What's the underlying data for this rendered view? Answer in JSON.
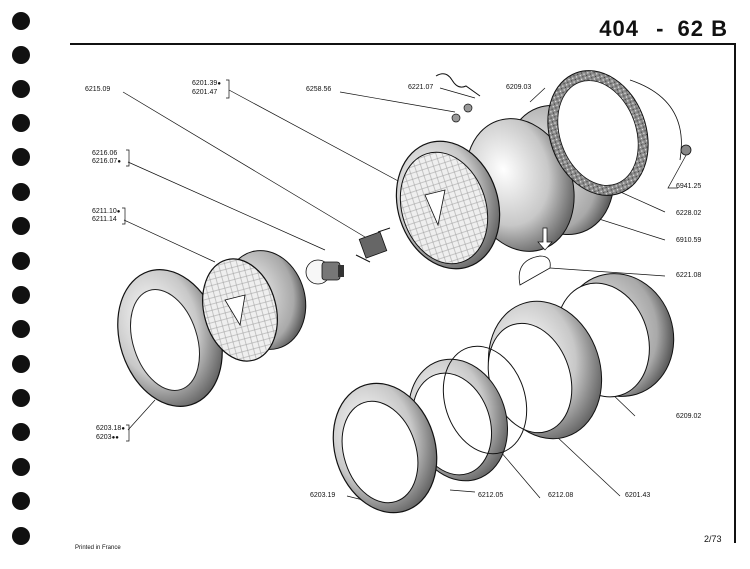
{
  "header": {
    "model_code": "404",
    "separator": "-",
    "section_code": "62 B"
  },
  "footer": {
    "printed_note": "Printed in France",
    "page_number": "2/73"
  },
  "part_numbers": [
    {
      "id": "p621509",
      "label": "6215.09",
      "mark": ""
    },
    {
      "id": "p620139",
      "label": "6201.39",
      "mark": "●"
    },
    {
      "id": "p620147",
      "label": "6201.47",
      "mark": ""
    },
    {
      "id": "p625856",
      "label": "6258.56",
      "mark": ""
    },
    {
      "id": "p622107",
      "label": "6221.07",
      "mark": ""
    },
    {
      "id": "p620903",
      "label": "6209.03",
      "mark": ""
    },
    {
      "id": "p621606",
      "label": "6216.06",
      "mark": ""
    },
    {
      "id": "p621607",
      "label": "6216.07",
      "mark": "●"
    },
    {
      "id": "p621110",
      "label": "6211.10",
      "mark": "●"
    },
    {
      "id": "p621114",
      "label": "6211.14",
      "mark": ""
    },
    {
      "id": "p694125",
      "label": "6941.25",
      "mark": ""
    },
    {
      "id": "p622802",
      "label": "6228.02",
      "mark": ""
    },
    {
      "id": "p691059",
      "label": "6910.59",
      "mark": ""
    },
    {
      "id": "p622108",
      "label": "6221.08",
      "mark": ""
    },
    {
      "id": "p620902",
      "label": "6209.02",
      "mark": ""
    },
    {
      "id": "p620318",
      "label": "6203.18",
      "mark": "●"
    },
    {
      "id": "p6203",
      "label": "6203",
      "mark": "●●"
    },
    {
      "id": "p620319",
      "label": "6203.19",
      "mark": ""
    },
    {
      "id": "p621205",
      "label": "6212.05",
      "mark": ""
    },
    {
      "id": "p621208",
      "label": "6212.08",
      "mark": ""
    },
    {
      "id": "p620143",
      "label": "6201.43",
      "mark": ""
    }
  ]
}
